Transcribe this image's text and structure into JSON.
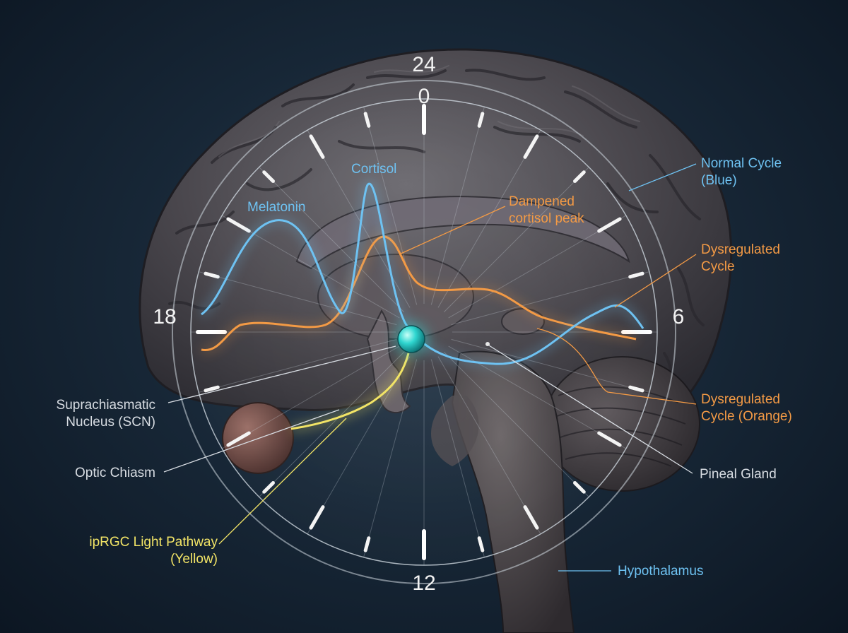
{
  "clock": {
    "hour_top": "24",
    "hour_inner_top": "0",
    "hour_right": "6",
    "hour_bottom": "12",
    "hour_left": "18"
  },
  "labels": {
    "melatonin": "Melatonin",
    "cortisol": "Cortisol",
    "dampened": "Dampened\ncortisol peak",
    "normal_cycle": "Normal Cycle\n(Blue)",
    "dysregulated_cycle": "Dysregulated\nCycle",
    "dysregulated_orange": "Dysregulated\nCycle (Orange)",
    "scn": "Suprachiasmatic\nNucleus (SCN)",
    "optic_chiasm": "Optic Chiasm",
    "iprgc": "ipRGC Light Pathway\n(Yellow)",
    "pineal": "Pineal Gland",
    "hypothalamus": "Hypothalamus"
  },
  "colors": {
    "normal_cycle": "#6ec2f2",
    "dysregulated_cycle": "#f39a45",
    "light_pathway": "#f2e466",
    "scn_node": "#2fd6d0"
  }
}
